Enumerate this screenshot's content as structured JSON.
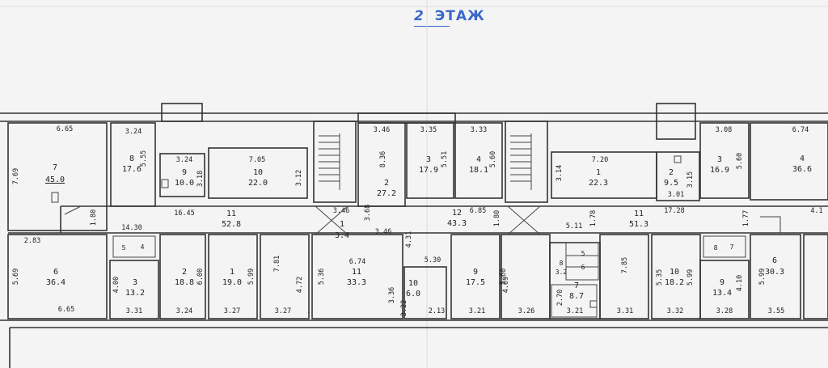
{
  "header": {
    "floor_number": "2",
    "floor_label": "ЭТАЖ"
  },
  "rooms": [
    {
      "number": "7",
      "area": "45.0"
    },
    {
      "number": "8",
      "area": "17.6"
    },
    {
      "number": "9",
      "area": "10.0"
    },
    {
      "number": "10",
      "area": "22.0"
    },
    {
      "number": "2",
      "area": "27.2"
    },
    {
      "number": "3",
      "area": "17.9"
    },
    {
      "number": "4",
      "area": "18.1"
    },
    {
      "number": "1",
      "area": "22.3"
    },
    {
      "number": "2",
      "area": "9.5"
    },
    {
      "number": "3",
      "area": "16.9"
    },
    {
      "number": "4",
      "area": "36.6"
    },
    {
      "number": "11",
      "area": "52.8"
    },
    {
      "number": "1",
      "area": "3.4"
    },
    {
      "number": "12",
      "area": "43.3"
    },
    {
      "number": "11",
      "area": "51.3"
    },
    {
      "number": "6",
      "area": "36.4"
    },
    {
      "number": "3",
      "area": "13.2"
    },
    {
      "number": "2",
      "area": "18.8"
    },
    {
      "number": "1",
      "area": "19.0"
    },
    {
      "number": "11",
      "area": "33.3"
    },
    {
      "number": "10",
      "area": "6.0"
    },
    {
      "number": "9",
      "area": "17.5"
    },
    {
      "number": "7",
      "area": "8.7"
    },
    {
      "number": "10",
      "area": "18.2"
    },
    {
      "number": "9",
      "area": "13.4"
    },
    {
      "number": "6",
      "area": "30.3"
    },
    {
      "number": "5",
      "area": ""
    },
    {
      "number": "4",
      "area": ""
    },
    {
      "number": "8",
      "area": "3.2"
    },
    {
      "number": "5",
      "area": ""
    },
    {
      "number": "6",
      "area": ""
    },
    {
      "number": "8",
      "area": ""
    },
    {
      "number": "7",
      "area": ""
    }
  ],
  "dimensions": [
    "6.65",
    "3.24",
    "3.24",
    "7.05",
    "3.46",
    "3.35",
    "3.33",
    "7.20",
    "3.08",
    "6.74",
    "7.69",
    "5.55",
    "3.18",
    "3.12",
    "8.36",
    "5.51",
    "5.60",
    "3.14",
    "3.15",
    "3.01",
    "5.60",
    "1.80",
    "16.45",
    "14.30",
    "3.68",
    "3.46",
    "6.85",
    "1.80",
    "5.11",
    "1.78",
    "17.28",
    "1.77",
    "4.1",
    "2.83",
    "5.69",
    "6.65",
    "4.00",
    "3.31",
    "6.00",
    "3.24",
    "5.99",
    "3.27",
    "7.81",
    "4.72",
    "3.27",
    "5.36",
    "6.74",
    "4.31",
    "5.30",
    "3.36",
    "3.22",
    "2.13",
    "3.21",
    "3.26",
    "4.69",
    "2.70",
    "3.21",
    "7.85",
    "3.31",
    "5.35",
    "5.99",
    "3.32",
    "3.28",
    "4.10",
    "5.99",
    "3.55"
  ]
}
